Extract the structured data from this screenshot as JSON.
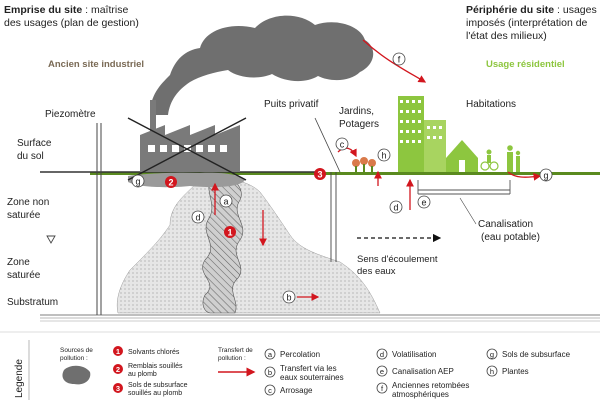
{
  "header": {
    "left_title": "Emprise du site",
    "left_rest": " : maîtrise",
    "left_line2": "des usages (plan de gestion)",
    "right_title": "Périphérie du site",
    "right_rest": " : usages",
    "right_line2": "imposés (interprétation de",
    "right_line3": "l'état des milieux)"
  },
  "zones": {
    "industrial": "Ancien site industriel",
    "residential": "Usage résidentiel"
  },
  "labels": {
    "piezometre": "Piezomètre",
    "surface_line1": "Surface",
    "surface_line2": "du sol",
    "zone_non_line1": "Zone non",
    "zone_non_line2": "saturée",
    "zone_sat_line1": "Zone",
    "zone_sat_line2": "saturée",
    "substratum": "Substratum",
    "puits": "Puits privatif",
    "jardins_line1": "Jardins,",
    "jardins_line2": "Potagers",
    "habitations": "Habitations",
    "canal_line1": "Canalisation",
    "canal_line2": "(eau potable)",
    "sens_line1": "Sens d'écoulement",
    "sens_line2": "des eaux"
  },
  "markers": {
    "a": "a",
    "b": "b",
    "c": "c",
    "d": "d",
    "e": "e",
    "f": "f",
    "g": "g",
    "h": "h",
    "n1": "1",
    "n2": "2",
    "n3": "3"
  },
  "legend": {
    "title": "Legende",
    "sources_line1": "Sources de",
    "sources_line2": "pollution :",
    "s1": "Solvants chlorés",
    "s2_line1": "Remblais souillés",
    "s2_line2": "au plomb",
    "s3_line1": "Sols de subsurface",
    "s3_line2": "souillés au plomb",
    "transfer_line1": "Transfert de",
    "transfer_line2": "pollution :",
    "ta": "Percolation",
    "tb_line1": "Transfert via les",
    "tb_line2": "eaux souterraines",
    "tc": "Arrosage",
    "td": "Volatilisation",
    "te": "Canalisation AEP",
    "tf_line1": "Anciennes retombées",
    "tf_line2": "atmosphériques",
    "tg": "Sols de subsurface",
    "th": "Plantes"
  },
  "colors": {
    "red": "#d2161e",
    "green": "#8dc63f",
    "dark_green": "#5a8a1f",
    "brown_label": "#7a6a55",
    "smoke": "#6f6f6f",
    "factory": "#7a7a7a"
  }
}
